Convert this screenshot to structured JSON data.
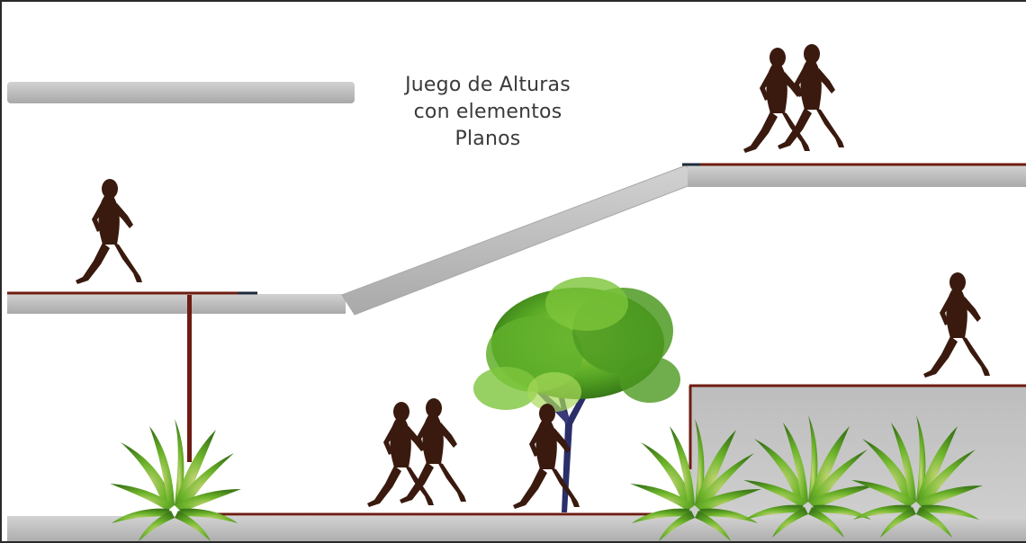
{
  "caption": {
    "line1": "Juego de Alturas",
    "line2": "con elementos",
    "line3": "Planos"
  },
  "colors": {
    "slab": "#b8b8b8",
    "slab_dark": "#9e9e9e",
    "edge": "#6e1c12",
    "silhouette": "#3a1a0e",
    "leaf": "#5aa82a",
    "leaf_dark": "#2f6e16",
    "trunk": "#2a2f6a",
    "fern": "#6fb52c"
  },
  "icons": {
    "runner": "runner-silhouette",
    "tree": "tree-icon",
    "plant": "fern-plant-icon"
  }
}
